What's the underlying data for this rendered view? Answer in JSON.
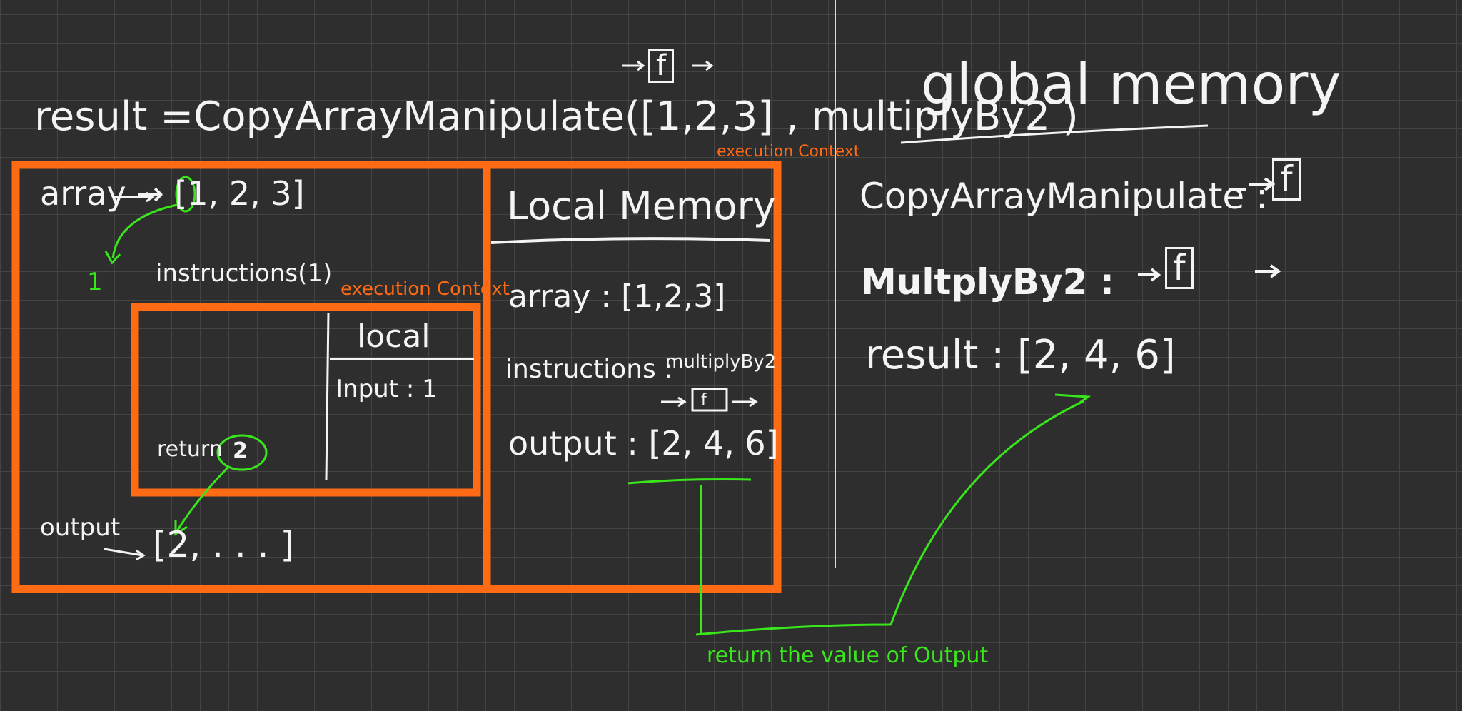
{
  "call": {
    "expression": "result =CopyArrayManipulate([1,2,3] , multiplyBy2 )",
    "function_box": "f"
  },
  "outer_context": {
    "label": "execution Context",
    "array_line": "array → [1, 2, 3]",
    "first_element": "1",
    "instructions_call": "instructions(1)",
    "output_line": "output",
    "output_array": "[2, . . . ]"
  },
  "inner_context": {
    "label": "execution Context",
    "local_header": "local",
    "input_line": "Input : 1",
    "return_line": "return",
    "return_value": "2"
  },
  "local_memory": {
    "title": "Local Memory",
    "array_line": "array : [1,2,3]",
    "instructions_line": "instructions :",
    "instructions_value": "multiplyBy2",
    "function_box": "f",
    "output_line": "output : [2, 4, 6]"
  },
  "annotation": {
    "return_note": "return the value of Output"
  },
  "global_memory": {
    "title": "global memory",
    "copy_fn_label": "CopyArrayManipulate :",
    "multiply_label": "MultplyBy2 :",
    "function_box": "f",
    "result_line": "result : [2, 4, 6]"
  },
  "colors": {
    "background": "#2e2e2e",
    "grid": "#444444",
    "ink": "#f4f4f4",
    "context_border": "#ff6a14",
    "annotation": "#39e51b"
  }
}
